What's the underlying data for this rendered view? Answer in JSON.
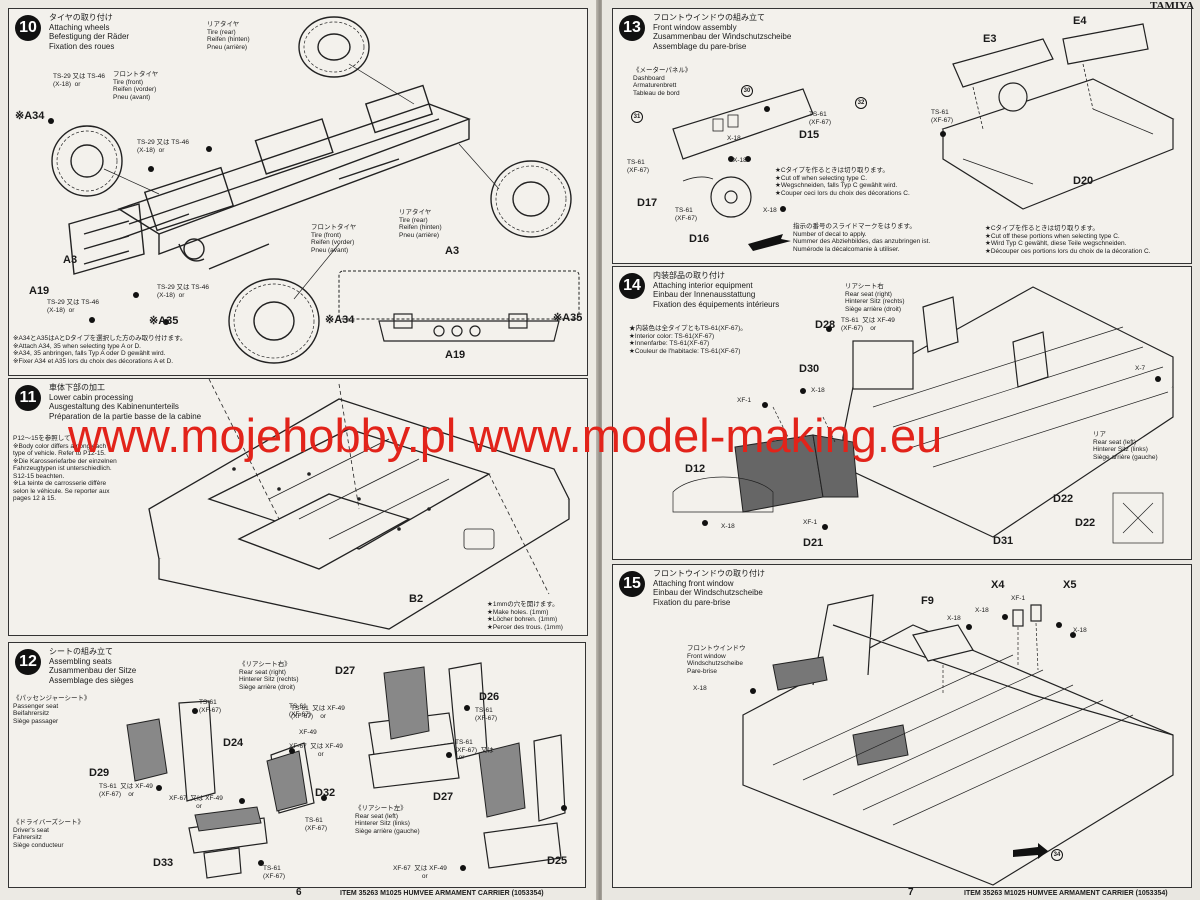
{
  "brand": "TAMIYA",
  "left_page_number": "6",
  "right_page_number": "7",
  "footer_left": "ITEM 35263 M1025 HUMVEE ARMAMENT CARRIER (1053354)",
  "footer_right": "ITEM 35263  M1025 HUMVEE ARMAMENT CARRIER (1053354)",
  "watermark": "www.mojehobby.pl www.model-making.eu",
  "step10": {
    "number": "10",
    "title": "タイヤの取り付け\nAttaching wheels\nBefestigung der Räder\nFixation des roues",
    "rear_tire": "リアタイヤ\nTire (rear)\nReifen (hinten)\nPneu (arrière)",
    "front_tire": "フロントタイヤ\nTire (front)\nReifen (vorder)\nPneu (avant)",
    "rear_tire2": "リアタイヤ\nTire (rear)\nReifen (hinten)\nPneu (arrière)",
    "front_tire2": "フロントタイヤ\nTire (front)\nReifen (vorder)\nPneu (avant)",
    "paint1": "TS-29 又は TS-46\n(X-18)  or",
    "paint2": "TS-29 又は TS-46\n(X-18)  or",
    "paint3": "TS-29 又は TS-46\n(X-18)  or",
    "paint4": "TS-29 又は TS-46\n(X-18)  or",
    "part_a34": "※A34",
    "part_a3": "A3",
    "part_a19": "A19",
    "part_a35": "※A35",
    "inset_a3": "A3",
    "inset_a34": "※A34",
    "inset_a35": "※A35",
    "inset_a19": "A19",
    "note": "※A34とA35はAとDタイプを選択した方のみ取り付けます。\n※Attach A34, 35 when selecting type A or D.\n※A34, 35 anbringen, falls Typ A oder D gewählt wird.\n※Fixer A34 et A35 lors du choix des décorations A et D."
  },
  "step11": {
    "number": "11",
    "title": "車体下部の加工\nLower cabin processing\nAusgestaltung des Kabinenunterteils\nPréparation de la partie basse de la cabine",
    "note": "P12～15を参照して\n※Body color differs among each\ntype of vehicle. Refer to P12-15.\n※Die Karosseriefarbe der einzelnen\nFahrzeugtypen ist unterschiedlich.\nS12-15 beachten.\n※La teinte de carrosserie diffère\nselon le véhicule. Se reporter aux\npages 12 à 15.",
    "holes": "★1mmの穴を開けます。\n★Make holes. (1mm)\n★Löcher bohren. (1mm)\n★Percer des trous. (1mm)",
    "part_b2": "B2"
  },
  "step12": {
    "number": "12",
    "title": "シートの組み立て\nAssembling seats\nZusammenbau der Sitze\nAssemblage des sièges",
    "passenger": "《パッセンジャーシート》\nPassenger seat\nBeifahrersitz\nSiège passager",
    "rear_right": "《リアシート右》\nRear seat (right)\nHinterer Sitz (rechts)\nSiège arrière (droit)",
    "driver": "《ドライバーズシート》\nDriver's seat\nFahrersitz\nSiège conducteur",
    "rear_left": "《リアシート左》\nRear seat (left)\nHinterer Sitz (links)\nSiège arrière (gauche)",
    "parts": [
      "D24",
      "D29",
      "D27",
      "D26",
      "D32",
      "D27",
      "D33",
      "D25"
    ],
    "paints": [
      "TS-61\n(XF-67)",
      "TS-61  又は XF-49\n(XF-67)    or",
      "XF-49",
      "XF-67  又は XF-49\n                or",
      "TS-61\n(XF-67)",
      "XF-67  又は XF-49\n               or",
      "TS-61\n(XF-67)",
      "TS-61  又は XF-49\n(XF-67)    or",
      "TS-61\n(XF-67)",
      "XF-67  又は XF-49\n                or",
      "TS-61\n(XF-67)",
      "TS-61\n(XF-67)  又は\n  or"
    ]
  },
  "step13": {
    "number": "13",
    "title": "フロントウインドウの組み立て\nFront window assembly\nZusammenbau der Windschutzscheibe\nAssemblage du pare-brise",
    "dashboard": "《メーターパネル》\nDashboard\nArmaturenbrett\nTableau de bord",
    "cut_c": "★Cタイプを作るときは切り取ります。\n★Cut off when selecting type C.\n★Wegschneiden, falls Typ C gewählt wird.\n★Couper ceci lors du choix des décorations C.",
    "cut_c2": "★Cタイプを作るときは切り取ります。\n★Cut off these portions when selecting type C.\n★Wird Typ C gewählt, diese Teile wegschneiden.\n★Découper ces portions lors du choix de la décoration C.",
    "decal": "指示の番号のスライドマークをはります。\nNumber of decal to apply.\nNummer des Abziehbildes, das anzubringen ist.\nNumérode la décalcomanie à utiliser.",
    "parts": [
      "E4",
      "E3",
      "D15",
      "D20",
      "D17",
      "D16"
    ],
    "paints": [
      "TS-61\n(XF-67)",
      "X-18",
      "X-18",
      "TS-61\n(XF-67)",
      "TS-61\n(XF-67)",
      "X-18",
      "TS-61\n(XF-67)"
    ],
    "decals": [
      "30",
      "32",
      "31"
    ]
  },
  "step14": {
    "number": "14",
    "title": "内装部品の取り付け\nAttaching interior equipment\nEinbau der Innenausstattung\nFixation des équipements intérieurs",
    "interior": "★内装色は全タイプともTS-61(XF-67)。\n★Interior color: TS-61(XF-67)\n★Innenfarbe: TS-61(XF-67)\n★Couleur de l'habitacle: TS-61(XF-67)",
    "rear_right": "リアシート右\nRear seat (right)\nHinterer Sitz (rechts)\nSiège arrière (droit)",
    "rear_left": "リア\nRear seat (left)\nHinterer Sitz (links)\nSiège arrière (gauche)",
    "parts": [
      "D28",
      "D30",
      "D12",
      "D21",
      "D31",
      "D22",
      "D22"
    ],
    "paints": [
      "TS-61  又は XF-49\n(XF-67)    or",
      "X-18",
      "XF-1",
      "X-18",
      "XF-1",
      "X-7"
    ]
  },
  "step15": {
    "number": "15",
    "title": "フロントウインドウの取り付け\nAttaching front window\nEinbau der Windschutzscheibe\nFixation du pare-brise",
    "window": "フロントウインドウ\nFront window\nWindschutzscheibe\nPare-brise",
    "parts": [
      "F9",
      "X4",
      "X5"
    ],
    "paints": [
      "X-18",
      "X-18",
      "XF-1",
      "X-18",
      "X-18"
    ],
    "decal": "34"
  }
}
